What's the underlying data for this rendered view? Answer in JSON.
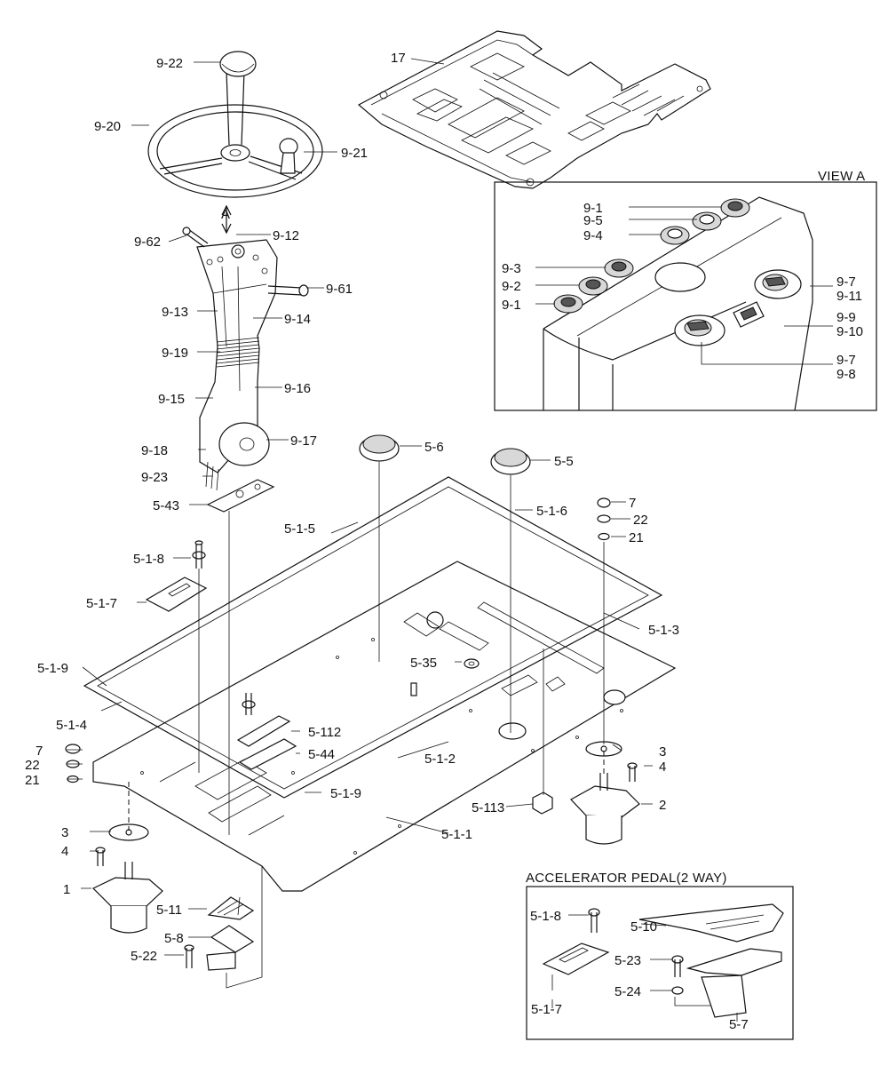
{
  "view_a": {
    "title": "VIEW A",
    "arrow_label": "A"
  },
  "accelerator": {
    "title": "ACCELERATOR PEDAL(2 WAY)"
  },
  "labels": {
    "c_17": "17",
    "c_9_22": "9-22",
    "c_9_20": "9-20",
    "c_9_21": "9-21",
    "c_9_62": "9-62",
    "c_9_12": "9-12",
    "c_9_61": "9-61",
    "c_9_13": "9-13",
    "c_9_14": "9-14",
    "c_9_19": "9-19",
    "c_9_15": "9-15",
    "c_9_16": "9-16",
    "c_9_18": "9-18",
    "c_9_17": "9-17",
    "c_9_23": "9-23",
    "v_9_1a": "9-1",
    "v_9_5": "9-5",
    "v_9_4": "9-4",
    "v_9_3": "9-3",
    "v_9_2": "9-2",
    "v_9_1b": "9-1",
    "v_9_7a": "9-7",
    "v_9_11": "9-11",
    "v_9_9": "9-9",
    "v_9_10": "9-10",
    "v_9_7b": "9-7",
    "v_9_8": "9-8",
    "p_5_6": "5-6",
    "p_5_5": "5-5",
    "p_5_43": "5-43",
    "p_7a": "7",
    "p_22a": "22",
    "p_21a": "21",
    "p_5_1_6": "5-1-6",
    "p_5_1_5": "5-1-5",
    "p_5_1_8": "5-1-8",
    "p_5_1_7": "5-1-7",
    "p_5_1_3": "5-1-3",
    "p_5_1_9a": "5-1-9",
    "p_5_35": "5-35",
    "p_5_1_4": "5-1-4",
    "p_5_112": "5-112",
    "p_5_44": "5-44",
    "p_5_1_2": "5-1-2",
    "p_3a": "3",
    "p_4a": "4",
    "p_7b": "7",
    "p_22b": "22",
    "p_21b": "21",
    "p_5_1_9b": "5-1-9",
    "p_5_113": "5-113",
    "p_2": "2",
    "p_5_1_1": "5-1-1",
    "p_3b": "3",
    "p_4b": "4",
    "p_1": "1",
    "p_5_11": "5-11",
    "p_5_8": "5-8",
    "p_5_22": "5-22",
    "a_5_1_8": "5-1-8",
    "a_5_10": "5-10",
    "a_5_23": "5-23",
    "a_5_24": "5-24",
    "a_5_1_7": "5-1-7",
    "a_5_7": "5-7"
  }
}
